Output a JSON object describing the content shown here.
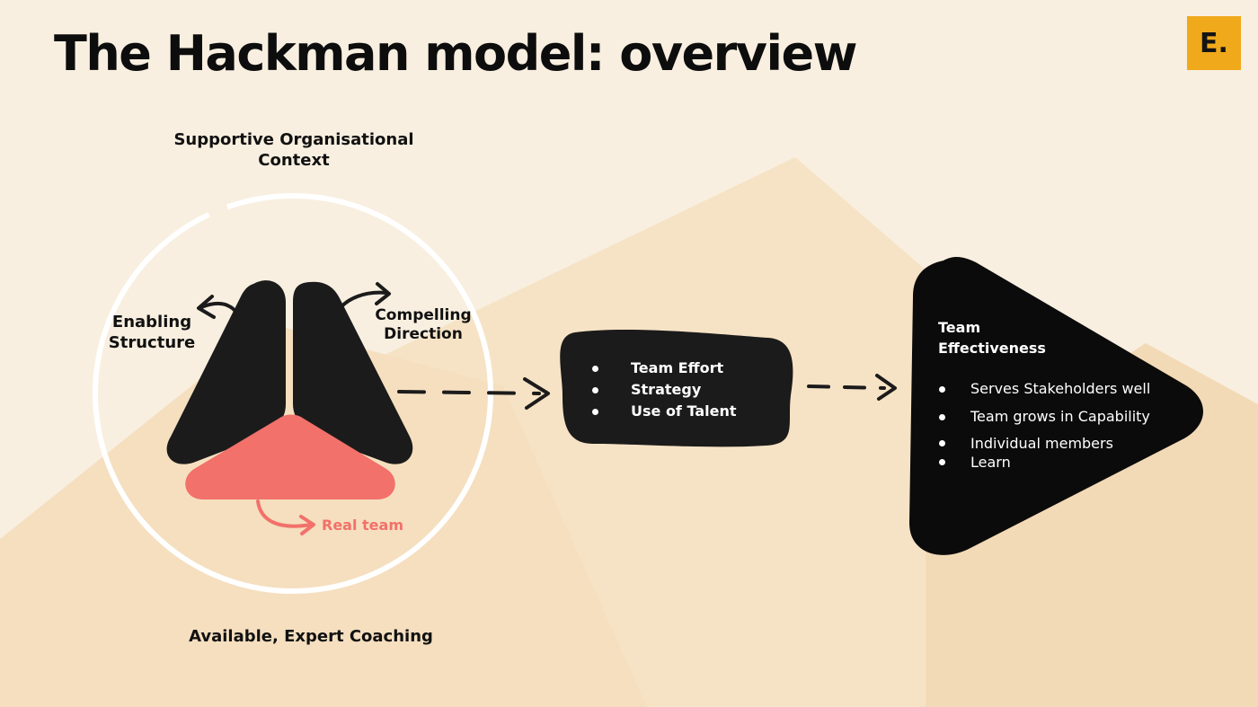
{
  "title": "The Hackman model: overview",
  "logo": "E.",
  "context_label": "Supportive Organisational Context",
  "coaching_label": "Available, Expert Coaching",
  "enabling_structure": [
    "Enabling",
    "Structure"
  ],
  "compelling_direction": [
    "Compelling",
    "Direction"
  ],
  "real_team": "Real team",
  "process": {
    "items": [
      "Team Effort",
      "Strategy",
      "Use of Talent"
    ]
  },
  "effectiveness": {
    "title": [
      "Team",
      "Effectiveness"
    ],
    "items": [
      "Serves Stakeholders well",
      "Team grows in Capability",
      "Individual members",
      "Learn"
    ]
  },
  "colors": {
    "background": "#f8efe0",
    "mountain": "#f5dfbf",
    "dark": "#1c1b1b",
    "accent": "#f2716a",
    "logo": "#f0a91b",
    "ring": "#ffffff"
  }
}
